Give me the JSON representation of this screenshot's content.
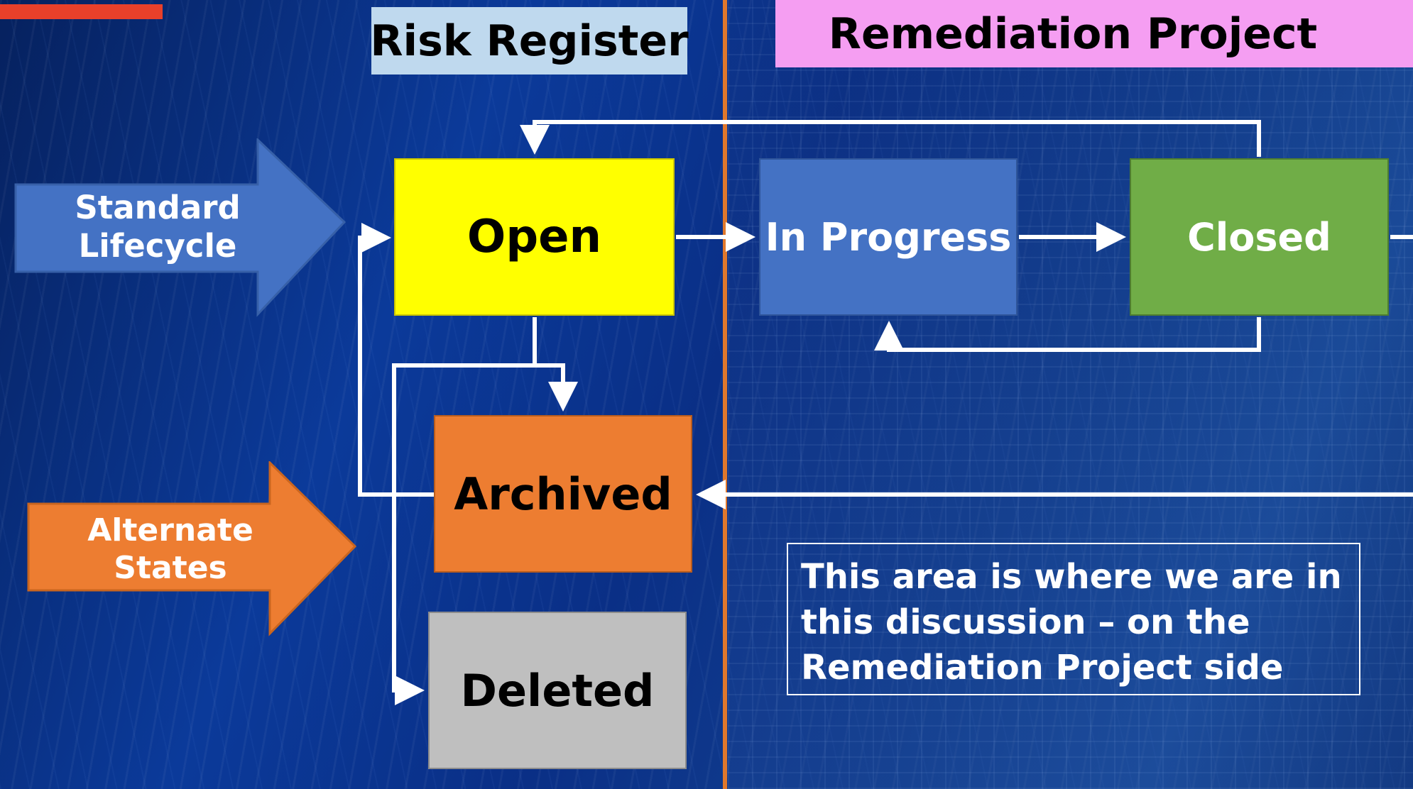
{
  "headers": {
    "risk_register": "Risk Register",
    "remediation_project": "Remediation Project"
  },
  "legend": {
    "standard_lifecycle": "Standard Lifecycle",
    "alternate_states": "Alternate States"
  },
  "states": {
    "open": "Open",
    "in_progress": "In Progress",
    "closed": "Closed",
    "archived": "Archived",
    "deleted": "Deleted"
  },
  "note": {
    "text": "This area is where we are in this discussion – on the Remediation Project side"
  },
  "colors": {
    "risk_register_header": "#bfd9ee",
    "remediation_header": "#f59ef2",
    "open": "#ffff00",
    "in_progress": "#4472c4",
    "closed": "#70ad47",
    "archived": "#ed7d31",
    "deleted": "#bfbfbf",
    "divider": "#e0782c",
    "accent_bar": "#e8402a",
    "standard_arrow": "#4472c4",
    "alternate_arrow": "#ed7d31"
  },
  "connections": [
    {
      "from": "Open",
      "to": "In Progress"
    },
    {
      "from": "In Progress",
      "to": "Closed"
    },
    {
      "from": "Closed",
      "to": "Open"
    },
    {
      "from": "Closed",
      "to": "In Progress"
    },
    {
      "from": "Open",
      "to": "Archived"
    },
    {
      "from": "Open",
      "to": "Deleted"
    },
    {
      "from": "Archived",
      "to": "Open"
    },
    {
      "from": "Closed",
      "to": "Archived"
    }
  ]
}
